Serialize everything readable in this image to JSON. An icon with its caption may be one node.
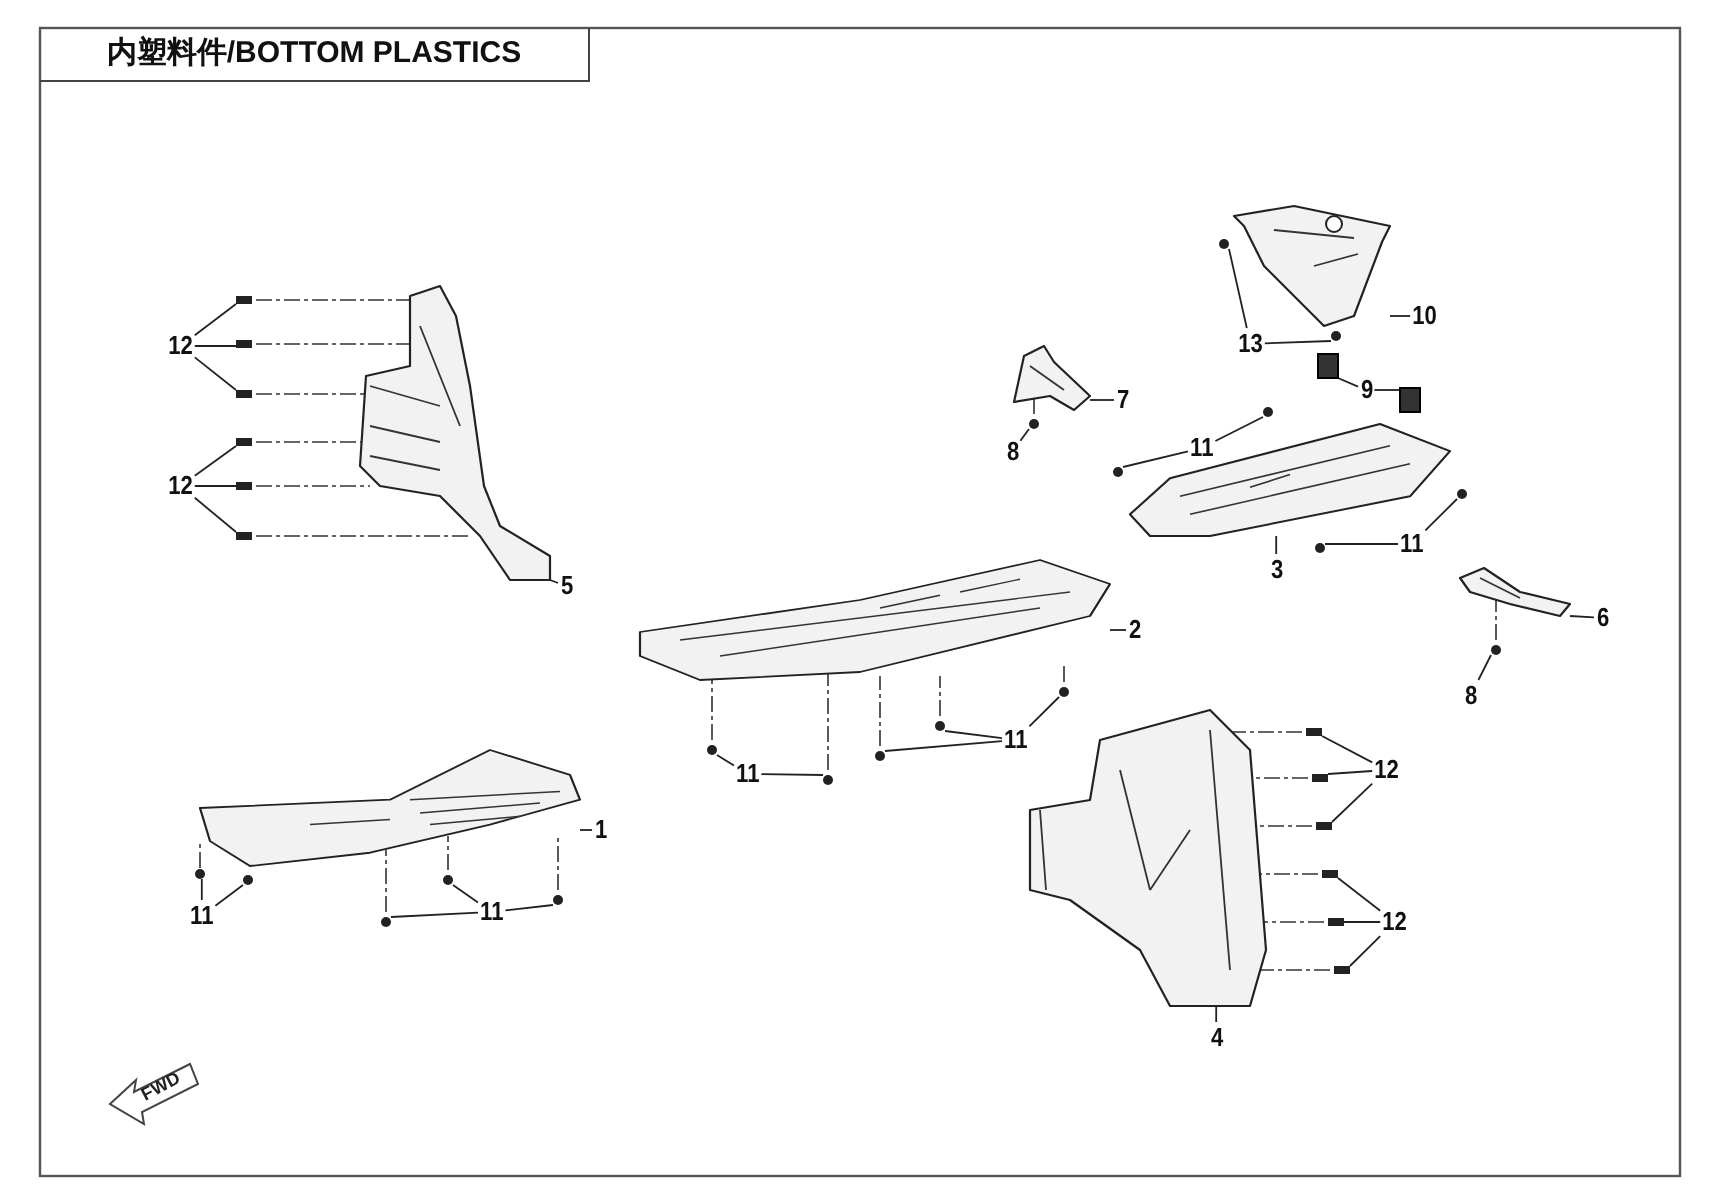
{
  "diagram": {
    "title": "内塑料件/BOTTOM PLASTICS",
    "nodes": [
      {
        "text": [],
        "shape": "picture"
      },
      {
        "text": [
          "10"
        ]
      },
      {
        "text": [
          "13"
        ]
      },
      {
        "text": [],
        "shape": "picture"
      },
      {
        "text": [
          "7"
        ]
      },
      {
        "text": [
          "12"
        ]
      },
      {
        "text": [],
        "shape": "picture"
      },
      {
        "text": [
          "9"
        ]
      },
      {
        "text": [
          "8"
        ]
      },
      {
        "text": [
          "11"
        ]
      },
      {
        "text": [],
        "shape": "picture"
      },
      {
        "text": [
          "12"
        ]
      },
      {
        "text": [
          "11"
        ]
      },
      {
        "text": [
          "3"
        ]
      },
      {
        "text": [
          "5"
        ]
      },
      {
        "text": [],
        "shape": "picture"
      },
      {
        "text": [
          "6"
        ]
      },
      {
        "text": [],
        "shape": "picture"
      },
      {
        "text": [
          "2"
        ]
      },
      {
        "text": [
          "8"
        ]
      },
      {
        "text": [],
        "shape": "picture"
      },
      {
        "text": [
          "11"
        ]
      },
      {
        "text": [
          "12"
        ]
      },
      {
        "text": [],
        "shape": "picture"
      },
      {
        "text": [
          "11"
        ]
      },
      {
        "text": [
          "1"
        ]
      },
      {
        "text": [
          "11"
        ]
      },
      {
        "text": [
          "11"
        ]
      },
      {
        "text": [
          "12"
        ]
      },
      {
        "text": [
          "4"
        ]
      },
      {
        "text": [],
        "shape": "bolt"
      },
      {
        "text": [],
        "shape": "bolt"
      },
      {
        "text": [],
        "shape": "bolt"
      },
      {
        "text": [],
        "shape": "bolt"
      },
      {
        "text": [],
        "shape": "bolt"
      },
      {
        "text": [],
        "shape": "bolt"
      },
      {
        "text": [],
        "shape": "screw"
      },
      {
        "text": [],
        "shape": "screw"
      },
      {
        "text": [],
        "shape": "clip"
      },
      {
        "text": [],
        "shape": "clip"
      },
      {
        "text": [],
        "shape": "screw"
      },
      {
        "text": [],
        "shape": "screw"
      },
      {
        "text": [],
        "shape": "screw"
      },
      {
        "text": [],
        "shape": "screw"
      },
      {
        "text": [],
        "shape": "screw"
      },
      {
        "text": [],
        "shape": "screw"
      },
      {
        "text": [],
        "shape": "screw"
      },
      {
        "text": [],
        "shape": "screw"
      },
      {
        "text": [],
        "shape": "screw"
      },
      {
        "text": [],
        "shape": "screw"
      },
      {
        "text": [],
        "shape": "screw"
      },
      {
        "text": [],
        "shape": "screw"
      },
      {
        "text": [],
        "shape": "screw"
      },
      {
        "text": [],
        "shape": "screw"
      },
      {
        "text": [],
        "shape": "screw"
      },
      {
        "text": [],
        "shape": "screw"
      },
      {
        "text": [],
        "shape": "bolt"
      },
      {
        "text": [],
        "shape": "bolt"
      },
      {
        "text": [],
        "shape": "bolt"
      },
      {
        "text": [],
        "shape": "bolt"
      },
      {
        "text": [],
        "shape": "bolt"
      },
      {
        "text": [],
        "shape": "bolt"
      }
    ],
    "edges": [
      {
        "from": 1,
        "to": 0,
        "arrow": "none"
      },
      {
        "from": 2,
        "to": 36,
        "arrow": "none"
      },
      {
        "from": 2,
        "to": 37,
        "arrow": "none"
      },
      {
        "from": 4,
        "to": 3,
        "arrow": "none"
      },
      {
        "from": 5,
        "to": 30,
        "arrow": "none"
      },
      {
        "from": 5,
        "to": 31,
        "arrow": "none"
      },
      {
        "from": 5,
        "to": 32,
        "arrow": "none"
      },
      {
        "from": 7,
        "to": 38,
        "arrow": "none"
      },
      {
        "from": 7,
        "to": 39,
        "arrow": "none"
      },
      {
        "from": 8,
        "to": 40,
        "arrow": "none"
      },
      {
        "from": 9,
        "to": 41,
        "arrow": "none"
      },
      {
        "from": 9,
        "to": 42,
        "arrow": "none"
      },
      {
        "from": 11,
        "to": 33,
        "arrow": "none"
      },
      {
        "from": 11,
        "to": 34,
        "arrow": "none"
      },
      {
        "from": 11,
        "to": 35,
        "arrow": "none"
      },
      {
        "from": 12,
        "to": 43,
        "arrow": "none"
      },
      {
        "from": 12,
        "to": 44,
        "arrow": "none"
      },
      {
        "from": 13,
        "to": 10,
        "arrow": "none"
      },
      {
        "from": 14,
        "to": 6,
        "arrow": "none"
      },
      {
        "from": 16,
        "to": 15,
        "arrow": "none"
      },
      {
        "from": 18,
        "to": 17,
        "arrow": "none"
      },
      {
        "from": 19,
        "to": 45,
        "arrow": "none"
      },
      {
        "from": 21,
        "to": 46,
        "arrow": "none"
      },
      {
        "from": 21,
        "to": 47,
        "arrow": "none"
      },
      {
        "from": 21,
        "to": 48,
        "arrow": "none"
      },
      {
        "from": 22,
        "to": 56,
        "arrow": "none"
      },
      {
        "from": 22,
        "to": 57,
        "arrow": "none"
      },
      {
        "from": 22,
        "to": 58,
        "arrow": "none"
      },
      {
        "from": 24,
        "to": 49,
        "arrow": "none"
      },
      {
        "from": 24,
        "to": 50,
        "arrow": "none"
      },
      {
        "from": 25,
        "to": 23,
        "arrow": "none"
      },
      {
        "from": 26,
        "to": 51,
        "arrow": "none"
      },
      {
        "from": 26,
        "to": 52,
        "arrow": "none"
      },
      {
        "from": 27,
        "to": 53,
        "arrow": "none"
      },
      {
        "from": 27,
        "to": 54,
        "arrow": "none"
      },
      {
        "from": 27,
        "to": 55,
        "arrow": "none"
      },
      {
        "from": 28,
        "to": 59,
        "arrow": "none"
      },
      {
        "from": 28,
        "to": 60,
        "arrow": "none"
      },
      {
        "from": 28,
        "to": 61,
        "arrow": "none"
      },
      {
        "from": 29,
        "to": 20,
        "arrow": "none"
      }
    ],
    "labels": [
      "FWD"
    ]
  }
}
